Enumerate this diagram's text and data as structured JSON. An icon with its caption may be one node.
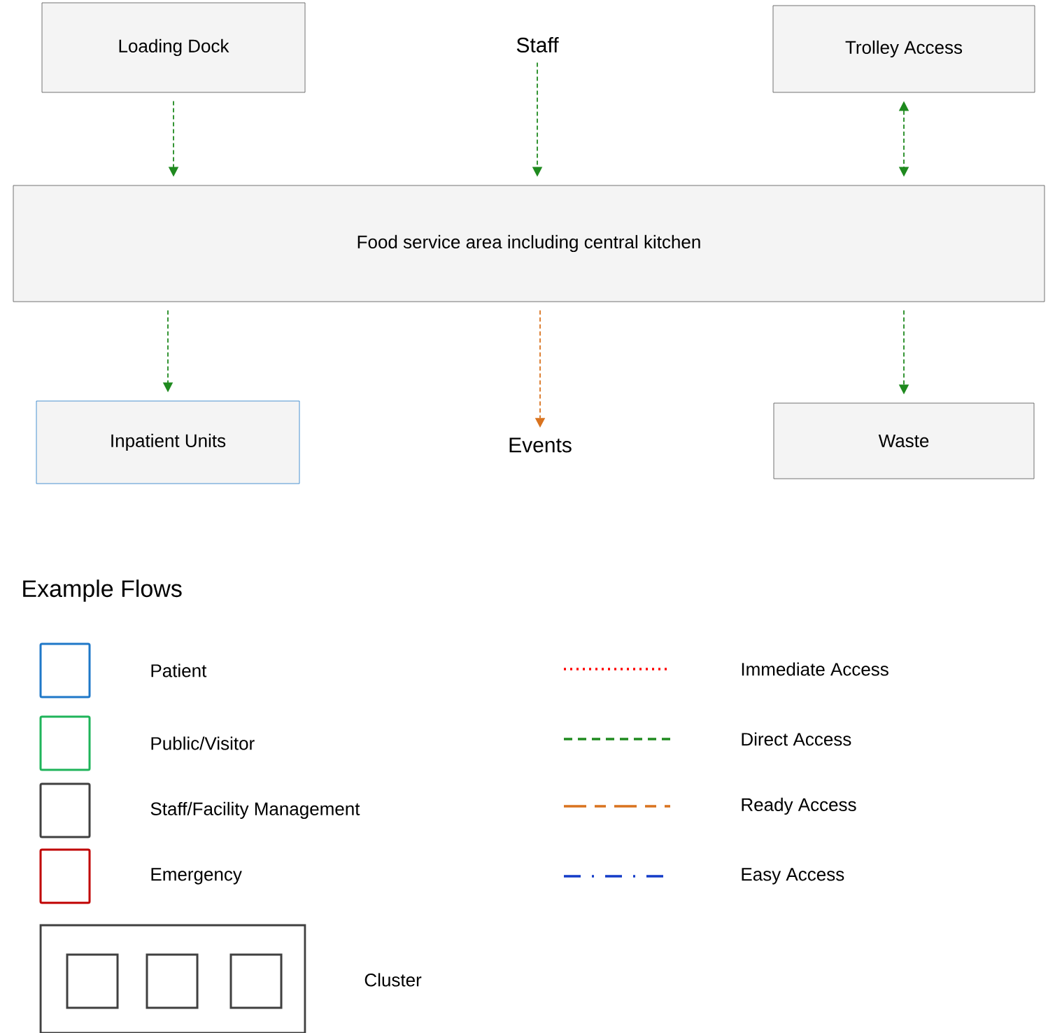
{
  "diagram": {
    "nodes": [
      {
        "text": [
          "Loading Dock"
        ]
      },
      {
        "text": [
          "Staff"
        ]
      },
      {
        "text": [
          "Trolley Access"
        ]
      },
      {
        "text": [
          "Food service area including central kitchen"
        ]
      },
      {
        "text": [
          "Inpatient Units"
        ]
      },
      {
        "text": [
          "Events"
        ]
      },
      {
        "text": [
          "Waste"
        ]
      }
    ],
    "edges": [
      {
        "from": 0,
        "to": 3,
        "arrow": "to",
        "style": "dashed"
      },
      {
        "from": 1,
        "to": 3,
        "arrow": "to",
        "style": "dashed"
      },
      {
        "from": 2,
        "to": 3,
        "arrow": "both",
        "style": "dashed"
      },
      {
        "from": 3,
        "to": 4,
        "arrow": "to",
        "style": "dashed"
      },
      {
        "from": 3,
        "to": 5,
        "arrow": "to",
        "style": "dashed",
        "color": "#d9731f"
      },
      {
        "from": 3,
        "to": 6,
        "arrow": "to",
        "style": "dashed"
      }
    ],
    "labels": [
      "Example Flows"
    ],
    "legend": [
      {
        "text": "Patient",
        "color": "#1f78c8"
      },
      {
        "text": "Public/Visitor",
        "color": "#1fb45a"
      },
      {
        "text": "Staff/Facility Management",
        "color": "#404040"
      },
      {
        "text": "Emergency",
        "color": "#c00000"
      },
      {
        "text": "Cluster"
      },
      {
        "text": "Immediate Access"
      },
      {
        "text": "Direct Access"
      },
      {
        "text": "Ready Access"
      },
      {
        "text": "Easy Access"
      }
    ]
  }
}
